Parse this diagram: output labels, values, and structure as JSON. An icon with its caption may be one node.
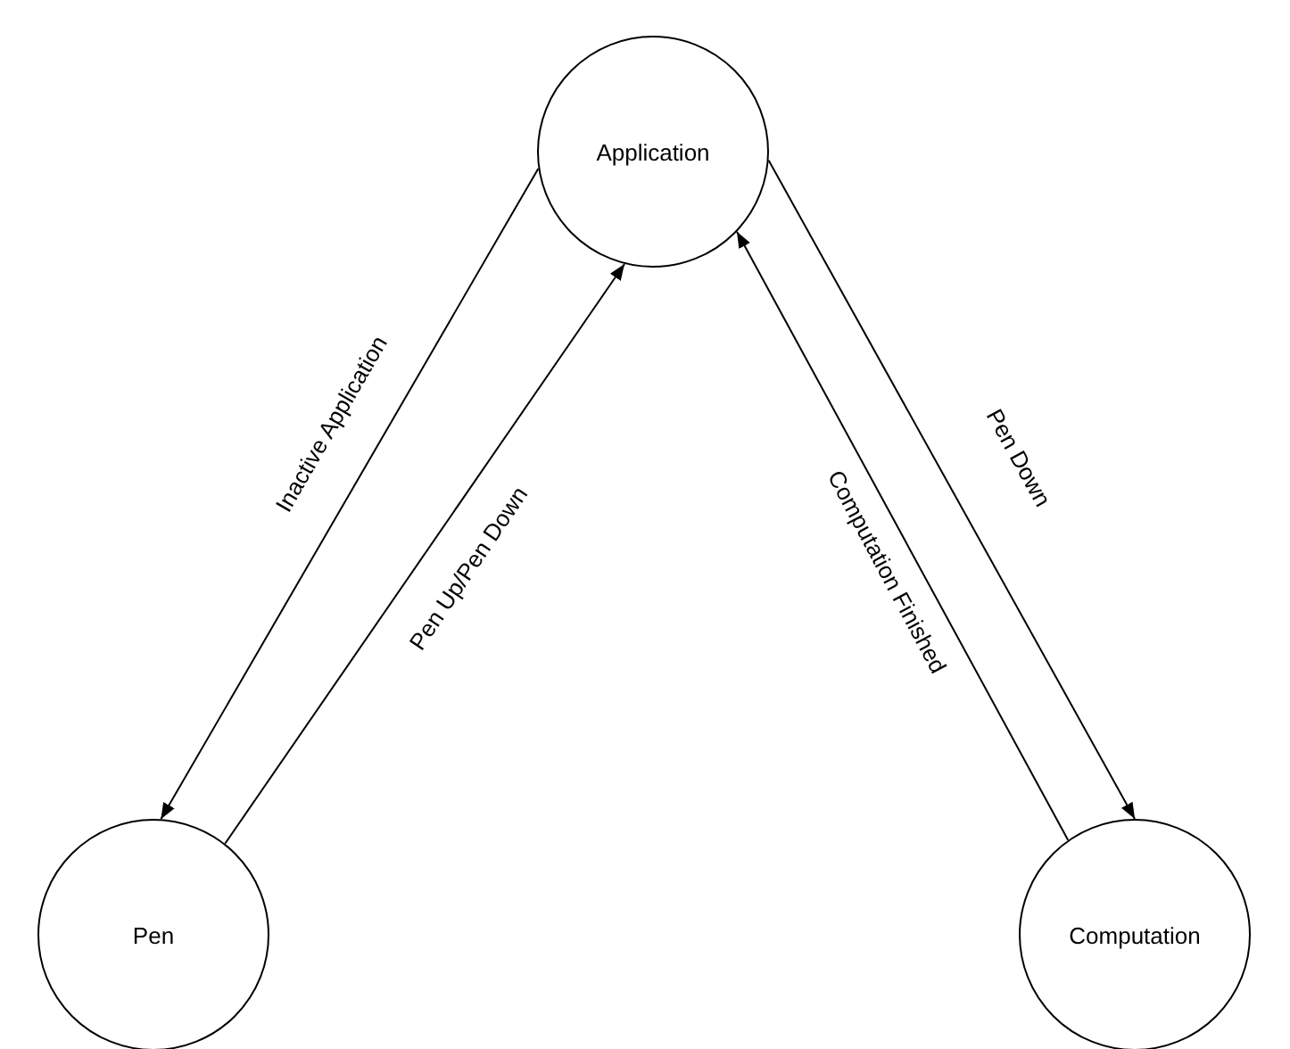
{
  "diagram": {
    "nodes": [
      {
        "text": [
          "Application"
        ]
      },
      {
        "text": [
          "Pen"
        ]
      },
      {
        "text": [
          "Computation"
        ]
      }
    ],
    "edges": [
      {
        "from": 0,
        "to": 1,
        "arrow": "to",
        "label": "Inactive Application"
      },
      {
        "from": 1,
        "to": 0,
        "arrow": "to",
        "label": "Pen Up/Pen Down"
      },
      {
        "from": 2,
        "to": 0,
        "arrow": "to",
        "label": "Computation Finished"
      },
      {
        "from": 0,
        "to": 2,
        "arrow": "to",
        "label": "Pen Down"
      }
    ]
  }
}
